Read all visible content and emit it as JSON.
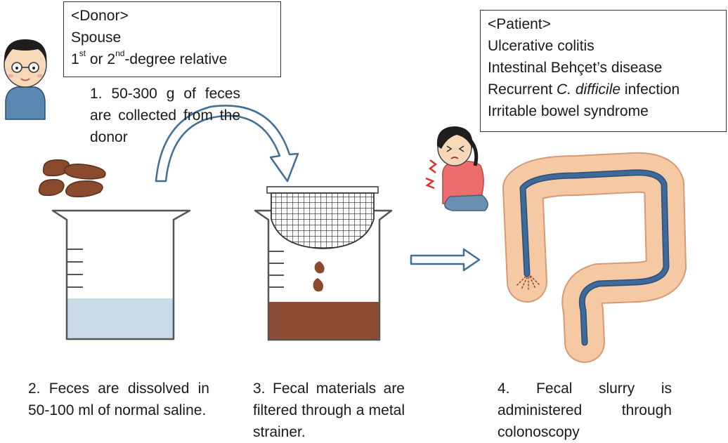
{
  "donor_box": {
    "heading": "<Donor>",
    "line1": "Spouse",
    "relative_1": "1",
    "relative_1_sup": "st",
    "relative_mid": " or 2",
    "relative_2_sup": "nd",
    "relative_end": "-degree relative"
  },
  "patient_box": {
    "heading": "<Patient>",
    "line1": "Ulcerative colitis",
    "line2": "Intestinal Behçet’s disease",
    "line3_a": "Recurrent ",
    "line3_italic": "C. difficile",
    "line3_b": " infection",
    "line4": "Irritable bowel syndrome"
  },
  "steps": {
    "step1": "1. 50-300 g of feces are collected from the donor",
    "step2": "2. Feces are dissolved in 50-100 ml of normal saline.",
    "step3": "3. Fecal materials are filtered through a metal strainer.",
    "step4": "4. Fecal slurry is administered through colonoscopy"
  },
  "icons": {
    "donor": "donor-person-icon",
    "patient": "patient-in-pain-icon",
    "feces": "feces-icon",
    "beaker": "beaker-icon",
    "strainer": "metal-strainer-icon",
    "colon": "colon-icon",
    "curved_arrow": "curved-arrow-icon",
    "right_arrow": "right-arrow-icon"
  },
  "colors": {
    "saline": "#c9dbe7",
    "feces": "#8a4a2e",
    "slurry": "#8c4a33",
    "arrow": "#3f6f96",
    "colon_outer": "#f4c9a4",
    "colon_tube": "#3d6a9a"
  }
}
